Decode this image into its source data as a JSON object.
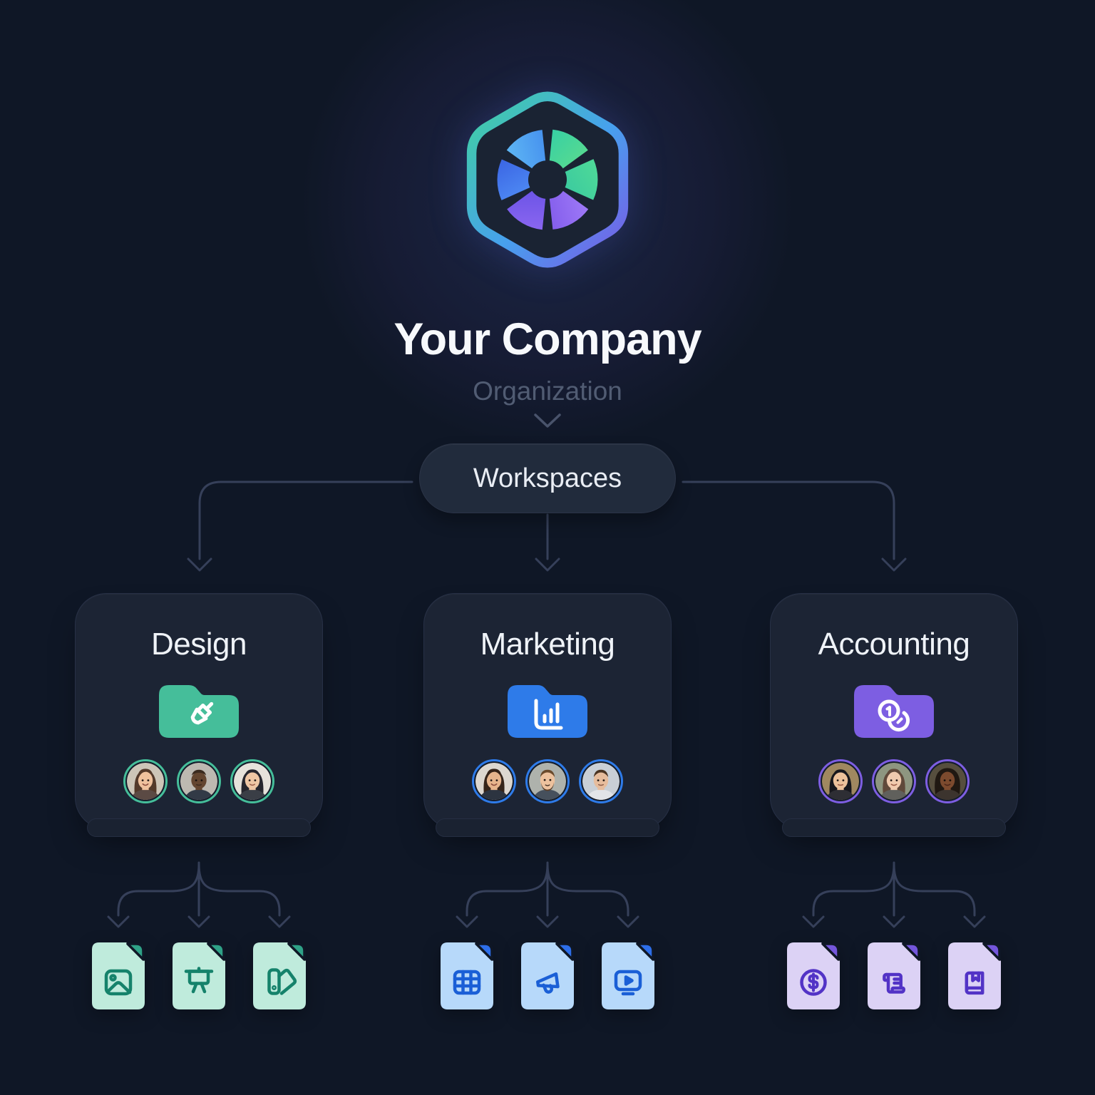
{
  "theme": {
    "background": "#0F1726",
    "card_background": "#1C2434",
    "node_pill_background": "#212B3C",
    "connector_line": "#36405A",
    "title_color": "#F7F9FC",
    "muted_color": "#515C73"
  },
  "organization": {
    "name": "Your Company",
    "type_label": "Organization",
    "logo_icon": "aperture-hexagon-logo"
  },
  "tree": {
    "root_label": "Workspaces"
  },
  "workspaces": [
    {
      "name": "Design",
      "accent": "#45BE9A",
      "folder_icon": "paint-brush-folder-icon",
      "members": [
        {
          "avatar": "woman-wavy-brown-hair-avatar"
        },
        {
          "avatar": "bald-man-avatar"
        },
        {
          "avatar": "woman-straight-black-hair-avatar"
        }
      ],
      "doc": {
        "body": "#BFEBDC",
        "fold": "#2FA287",
        "glyph": "#15826B"
      },
      "documents": [
        {
          "icon": "image-file-icon"
        },
        {
          "icon": "presentation-file-icon"
        },
        {
          "icon": "swatches-file-icon"
        }
      ]
    },
    {
      "name": "Marketing",
      "accent": "#2E7BE9",
      "folder_icon": "bar-chart-folder-icon",
      "members": [
        {
          "avatar": "woman-dark-hair-avatar"
        },
        {
          "avatar": "man-beard-avatar"
        },
        {
          "avatar": "man-short-hair-avatar"
        }
      ],
      "doc": {
        "body": "#B7D9FA",
        "fold": "#2D6EE9",
        "glyph": "#1A5FD6"
      },
      "documents": [
        {
          "icon": "table-file-icon"
        },
        {
          "icon": "megaphone-file-icon"
        },
        {
          "icon": "video-file-icon"
        }
      ]
    },
    {
      "name": "Accounting",
      "accent": "#7D5EE2",
      "folder_icon": "coins-folder-icon",
      "members": [
        {
          "avatar": "woman-black-hair-avatar"
        },
        {
          "avatar": "woman-brown-hair-avatar"
        },
        {
          "avatar": "woman-curly-hair-avatar"
        }
      ],
      "doc": {
        "body": "#DCD2F5",
        "fold": "#7456DB",
        "glyph": "#5233C6"
      },
      "documents": [
        {
          "icon": "dollar-file-icon"
        },
        {
          "icon": "receipt-file-icon"
        },
        {
          "icon": "book-file-icon"
        }
      ]
    }
  ]
}
